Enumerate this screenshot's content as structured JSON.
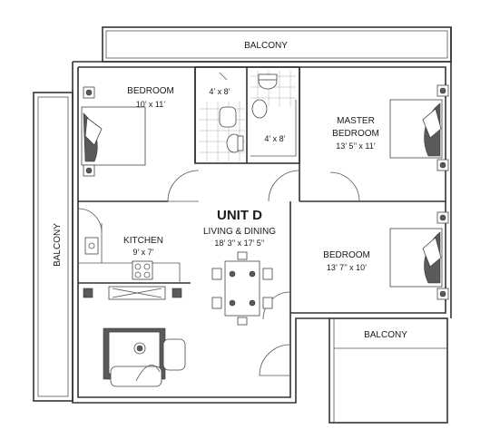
{
  "unit": {
    "title": "UNIT D",
    "living": {
      "label": "LIVING & DINING",
      "dims": "18’ 3’’ x 17’ 5’’"
    }
  },
  "rooms": {
    "bedroom_1": {
      "label": "BEDROOM",
      "dims": "10’ x 11’"
    },
    "master_bedroom": {
      "label_line1": "MASTER",
      "label_line2": "BEDROOM",
      "dims": "13’ 5’’ x 11’"
    },
    "bedroom_2": {
      "label": "BEDROOM",
      "dims": "13’ 7’’ x 10’"
    },
    "kitchen": {
      "label": "KITCHEN",
      "dims": "9’ x 7’"
    },
    "bath_1": {
      "dims": "4’ x 8’"
    },
    "bath_2": {
      "dims": "4’ x 8’"
    }
  },
  "balconies": {
    "top": "BALCONY",
    "left": "BALCONY",
    "right": "BALCONY"
  }
}
